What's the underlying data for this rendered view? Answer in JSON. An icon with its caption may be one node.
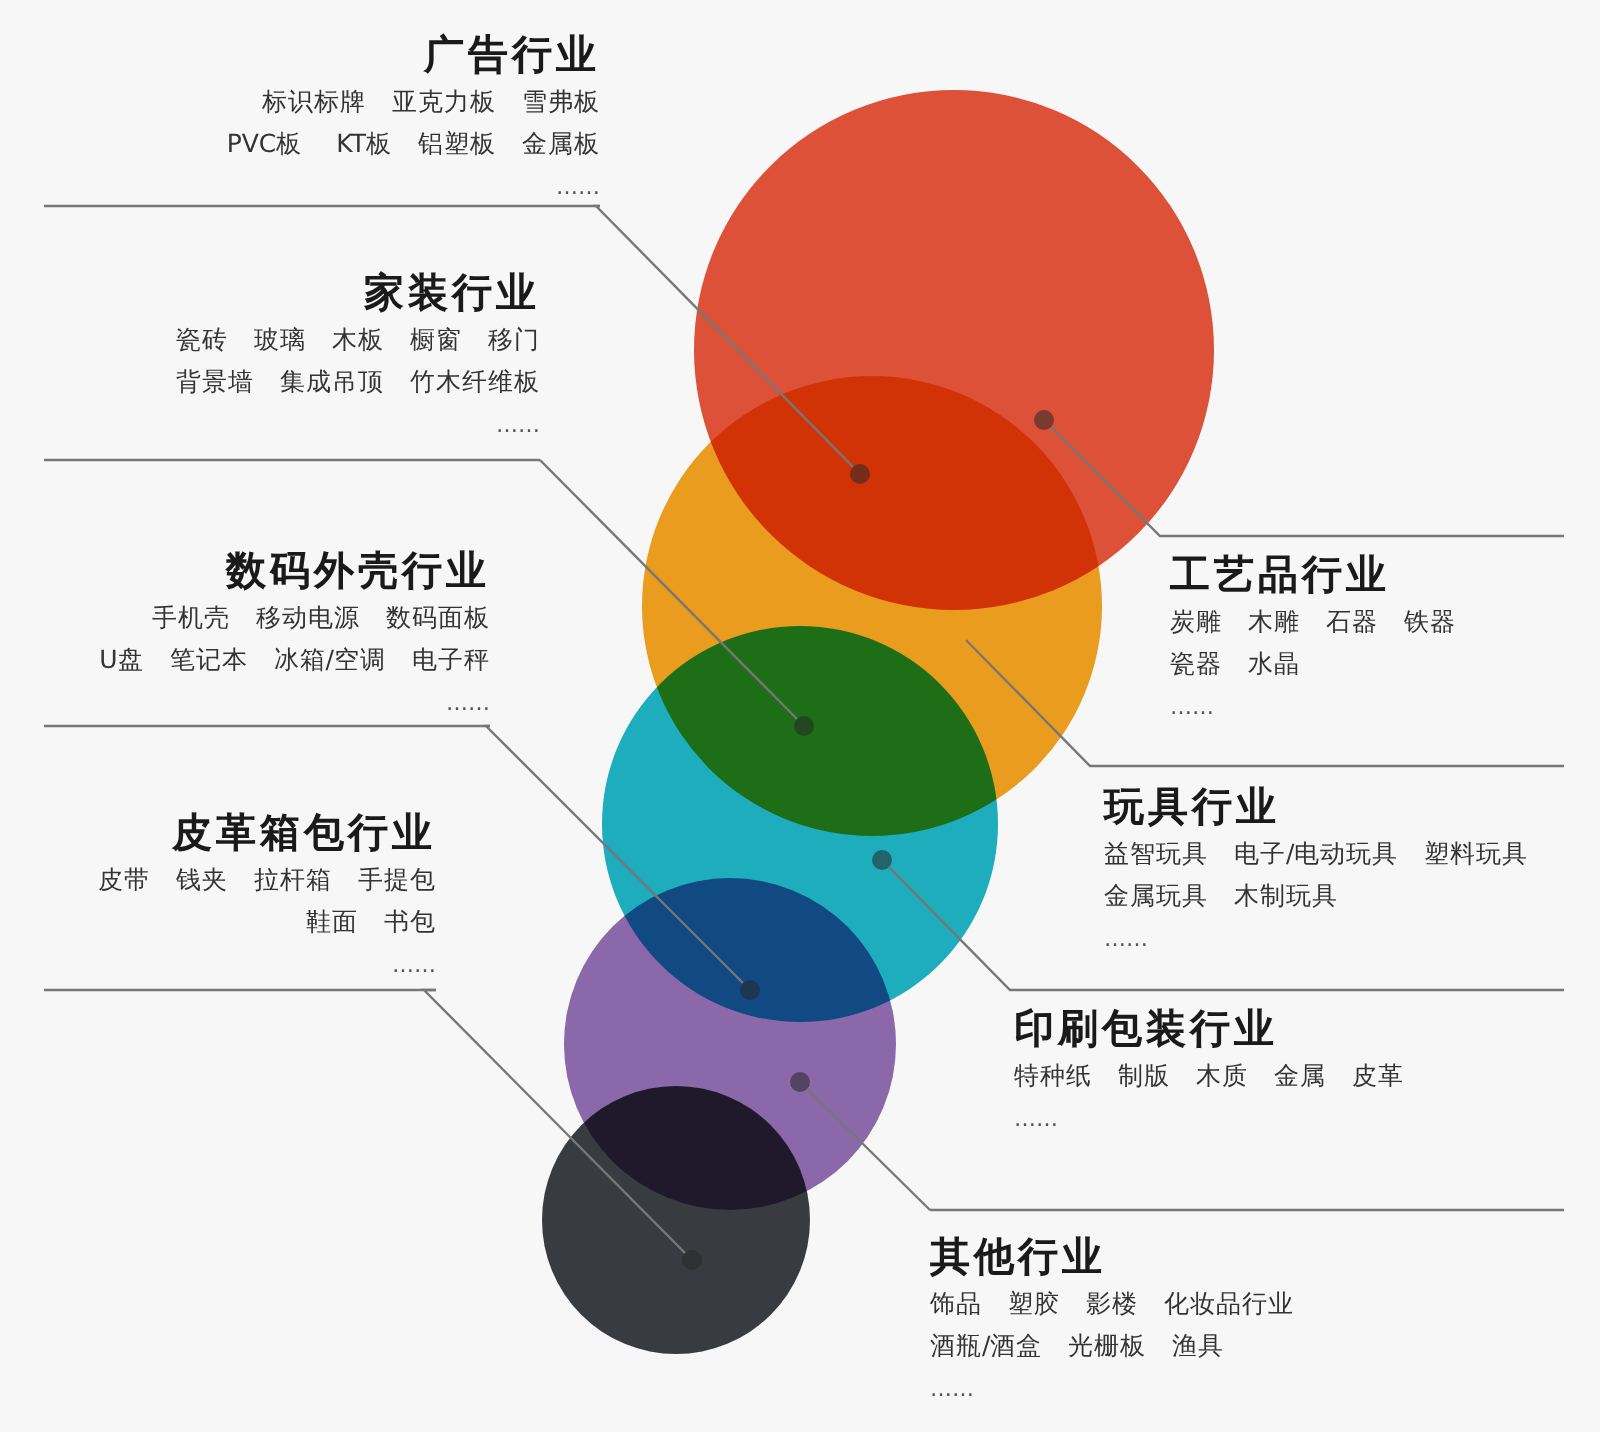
{
  "diagram": {
    "nodes": [
      {
        "text": [
          "广告行业",
          "标识标牌　亚克力板　雪弗板",
          "PVC板　 KT板　铝塑板　金属板",
          "……"
        ]
      },
      {
        "text": [
          "家装行业",
          "瓷砖　玻璃　木板　橱窗　移门",
          "背景墙　集成吊顶　竹木纤维板",
          "……"
        ]
      },
      {
        "text": [
          "工艺品行业",
          "炭雕　木雕　石器　铁器",
          "瓷器　水晶",
          "……"
        ]
      },
      {
        "text": [
          "数码外壳行业",
          "手机壳　移动电源　数码面板",
          "U盘　笔记本　冰箱/空调　电子秤",
          "……"
        ]
      },
      {
        "text": [
          "玩具行业",
          "益智玩具　电子/电动玩具　塑料玩具",
          "金属玩具　木制玩具",
          "……"
        ]
      },
      {
        "text": [
          "皮革箱包行业",
          "皮带　钱夹　拉杆箱　手提包",
          "鞋面　书包",
          "……"
        ]
      },
      {
        "text": [
          "印刷包装行业",
          "特种纸　制版　木质　金属　皮革",
          "……"
        ]
      },
      {
        "text": [
          "其他行业",
          "饰品　塑胶　影楼　化妆品行业",
          "酒瓶/酒盒　光栅板　渔具",
          "……"
        ]
      },
      {
        "text": [],
        "shape": "circle"
      },
      {
        "text": [],
        "shape": "circle"
      },
      {
        "text": [],
        "shape": "circle"
      },
      {
        "text": [],
        "shape": "circle"
      },
      {
        "text": [],
        "shape": "circle"
      },
      {
        "text": [],
        "shape": "dot"
      },
      {
        "text": [],
        "shape": "dot"
      },
      {
        "text": [],
        "shape": "dot"
      },
      {
        "text": [],
        "shape": "dot",
        "in": 10
      },
      {
        "text": [],
        "shape": "dot"
      },
      {
        "text": [],
        "shape": "dot",
        "in": 11
      },
      {
        "text": [],
        "shape": "dot",
        "in": 12
      }
    ],
    "edges": [
      {
        "from": 0,
        "to": 14,
        "arrow": "none"
      },
      {
        "from": 1,
        "to": 15,
        "arrow": "none"
      },
      {
        "from": 2,
        "to": 13,
        "arrow": "none"
      },
      {
        "from": 3,
        "to": 17,
        "arrow": "none"
      },
      {
        "from": 4,
        "to": 9,
        "arrow": "none"
      },
      {
        "from": 5,
        "to": 19,
        "arrow": "none"
      },
      {
        "from": 6,
        "to": 16,
        "arrow": "none"
      },
      {
        "from": 7,
        "to": 18,
        "arrow": "none"
      }
    ]
  }
}
